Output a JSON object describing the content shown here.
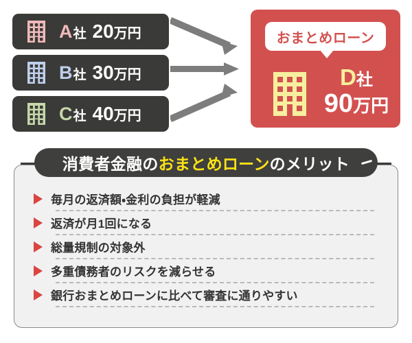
{
  "diagram": {
    "debts": [
      {
        "company_letter": "A",
        "sha": "社",
        "amount": "20",
        "unit": "万円",
        "color": "#f0b9bb",
        "icon": "building-icon",
        "box_color": "#3a3a38"
      },
      {
        "company_letter": "B",
        "sha": "社",
        "amount": "30",
        "unit": "万円",
        "color": "#bed0ec",
        "icon": "building-icon",
        "box_color": "#3a3a38"
      },
      {
        "company_letter": "C",
        "sha": "社",
        "amount": "40",
        "unit": "万円",
        "color": "#c6d7a9",
        "icon": "building-icon",
        "box_color": "#3a3a38"
      }
    ],
    "arrows": {
      "count": 3,
      "color": "#7d7d7d",
      "icon": "arrow-right-icon"
    },
    "result": {
      "bubble_label": "おまとめローン",
      "bubble_text_color": "#d2514f",
      "box_color": "#d2514f",
      "company_letter": "D",
      "sha": "社",
      "letter_color": "#f7ef9e",
      "amount": "90",
      "unit": "万円",
      "icon": "building-icon"
    }
  },
  "panel": {
    "heading": {
      "part1": "消費者金融の",
      "highlight": "おまとめローン",
      "part2": "のメリット",
      "highlight_color": "#fbe216",
      "pill_color": "#3f3f3d"
    },
    "merits": [
      {
        "text": "毎月の返済額・金利の負担が軽減"
      },
      {
        "text": "返済が月1回になる"
      },
      {
        "text": "総量規制の対象外"
      },
      {
        "text": "多重債務者のリスクを減らせる"
      },
      {
        "text": "銀行おまとめローンに比べて審査に通りやすい"
      }
    ],
    "bullet_icon": "triangle-right-icon",
    "bullet_color": "#d9453f"
  }
}
